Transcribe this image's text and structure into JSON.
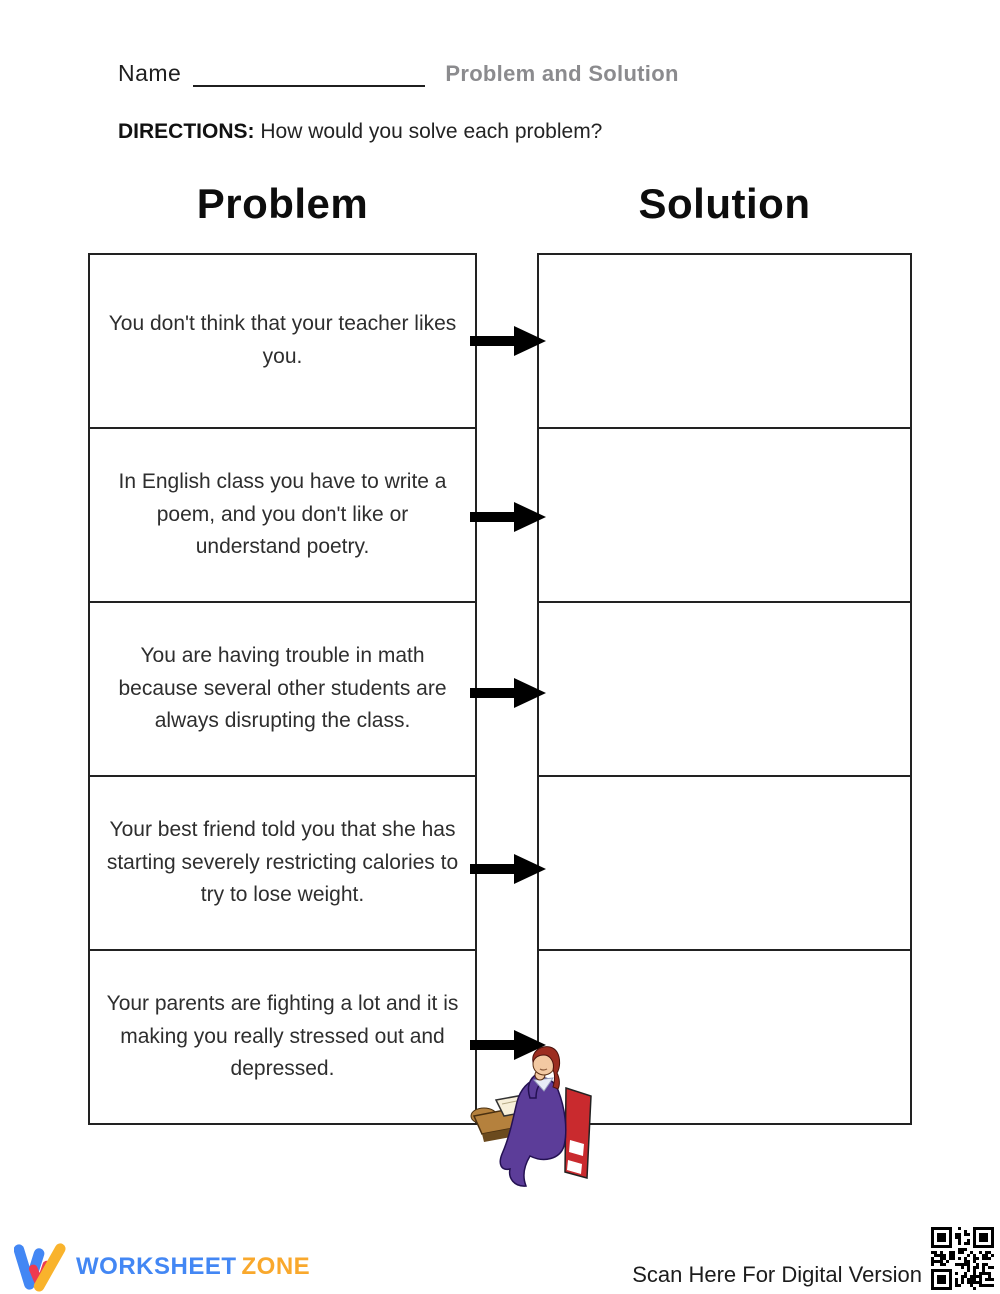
{
  "page": {
    "title": "Problem and Solution worksheet"
  },
  "header": {
    "name_label": "Name",
    "worksheet_title": "Problem and Solution",
    "directions_label": "DIRECTIONS:",
    "directions_text": "How would you solve each problem?"
  },
  "table": {
    "problem_header": "Problem",
    "solution_header": "Solution",
    "rows": [
      {
        "problem": "You don't think that your teacher likes you.",
        "solution": ""
      },
      {
        "problem": "In English class you have to write a poem, and you don't like or understand poetry.",
        "solution": ""
      },
      {
        "problem": "You are having trouble in math because several other students are always disrupting the class.",
        "solution": ""
      },
      {
        "problem": "Your best friend told you that she has starting severely restricting calories to try to lose weight.",
        "solution": ""
      },
      {
        "problem": "Your parents are fighting a lot and it is making you really stressed out and depressed.",
        "solution": ""
      }
    ]
  },
  "footer": {
    "logo_text_primary": "WORKSHEET",
    "logo_text_secondary": "ZONE",
    "scan_label": "Scan Here For Digital Version"
  },
  "icons": {
    "arrow": "arrow-right-icon",
    "logo": "worksheet-zone-w-logo",
    "qr": "qr-code",
    "clipart": "thinking-student-clipart"
  },
  "colors": {
    "title_gray": "#8b8b8e",
    "ink": "#232323",
    "border_black": "#222222",
    "logo_blue": "#4387f4",
    "logo_orange": "#f9a82c",
    "logo_red": "#ee3a50",
    "clipart_purple": "#5c3d99",
    "clipart_chair_red": "#c92a2e",
    "clipart_desk_tan": "#b5813d",
    "clipart_hair_red": "#9c2d20",
    "clipart_skin": "#f3c9a2"
  }
}
